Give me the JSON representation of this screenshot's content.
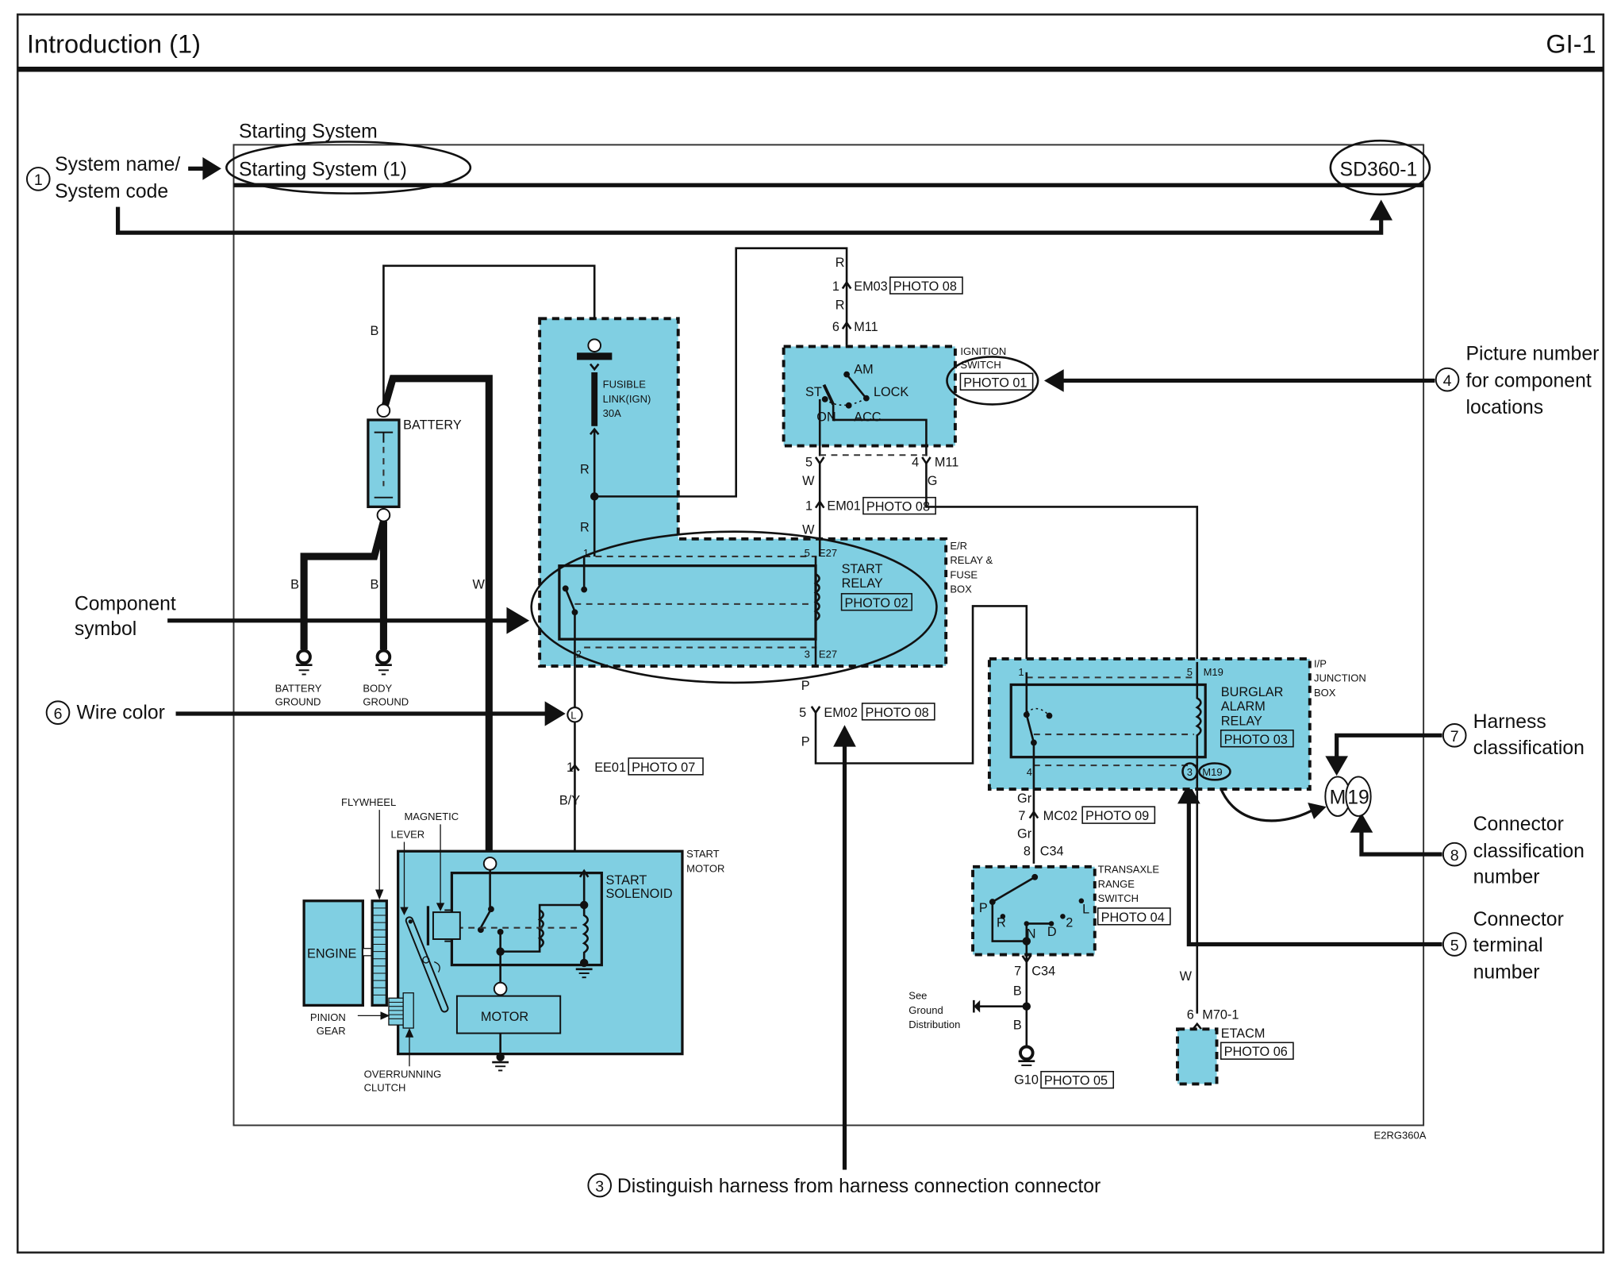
{
  "header": {
    "title": "Introduction (1)",
    "page_code": "GI-1"
  },
  "diagram": {
    "system_label": "Starting System",
    "system_title": "Starting System (1)",
    "system_code": "SD360-1",
    "figure_code": "E2RG360A",
    "accent_fill": "#80cfe2"
  },
  "callouts": [
    {
      "num": "1",
      "line1": "System name/",
      "line2": "System code"
    },
    {
      "num": "",
      "line1": "Component",
      "line2": "symbol"
    },
    {
      "num": "6",
      "line1": "Wire color"
    },
    {
      "num": "3",
      "line1": "Distinguish harness from harness connection connector"
    },
    {
      "num": "4",
      "line1": "Picture number",
      "line2": "for component",
      "line3": "locations"
    },
    {
      "num": "7",
      "line1": "Harness",
      "line2": "classification"
    },
    {
      "num": "8",
      "line1": "Connector",
      "line2": "classification",
      "line3": "number"
    },
    {
      "num": "5",
      "line1": "Connector",
      "line2": "terminal",
      "line3": "number"
    }
  ],
  "wire_colors": {
    "battery_top": "B",
    "ground_left": "B",
    "ground_right": "B",
    "starter_feed": "W",
    "fusible_r1": "R",
    "fusible_r2": "R",
    "ign_r1": "R",
    "ign_r2": "R",
    "ign_w": "W",
    "ign_w2": "W",
    "ign_g": "G",
    "relay_p1": "P",
    "relay_p2": "P",
    "solenoid": "B/Y",
    "l_marker": "L",
    "trans_gr1": "Gr",
    "trans_gr2": "Gr",
    "trans_b1": "B",
    "trans_b2": "B",
    "etacm_w": "W"
  },
  "components": {
    "battery": "BATTERY",
    "battery_ground": [
      "BATTERY",
      "GROUND"
    ],
    "body_ground": [
      "BODY",
      "GROUND"
    ],
    "fusible_link": [
      "FUSIBLE",
      "LINK(IGN)",
      "30A"
    ],
    "ignition_switch": [
      "IGNITION",
      "SWITCH"
    ],
    "ignition_positions": {
      "am": "AM",
      "lock": "LOCK",
      "st": "ST",
      "on": "ON",
      "acc": "ACC"
    },
    "er_box": [
      "E/R",
      "RELAY &",
      "FUSE",
      "BOX"
    ],
    "start_relay": [
      "START",
      "RELAY"
    ],
    "ip_junction": [
      "I/P",
      "JUNCTION",
      "BOX"
    ],
    "burglar_relay": [
      "BURGLAR",
      "ALARM",
      "RELAY"
    ],
    "transaxle": [
      "TRANSAXLE",
      "RANGE",
      "SWITCH"
    ],
    "transaxle_positions": {
      "p": "P",
      "r": "R",
      "n": "N",
      "d": "D",
      "two": "2",
      "l": "L"
    },
    "etacm": "ETACM",
    "start_motor": [
      "START",
      "MOTOR"
    ],
    "start_solenoid": [
      "START",
      "SOLENOID"
    ],
    "motor": "MOTOR",
    "engine": "ENGINE",
    "flywheel": "FLYWHEEL",
    "magnetic": "MAGNETIC",
    "lever": "LEVER",
    "pinion_gear": [
      "PINION",
      "GEAR"
    ],
    "overrunning_clutch": [
      "OVERRUNNING",
      "CLUTCH"
    ],
    "ground_dist": [
      "See",
      "Ground",
      "Distribution"
    ],
    "g10": "G10"
  },
  "connectors": {
    "em03": {
      "pin": "1",
      "name": "EM03",
      "photo": "PHOTO 08"
    },
    "m11_top": {
      "pin": "6",
      "name": "M11"
    },
    "ign_photo": "PHOTO 01",
    "m11_bl": {
      "pin": "5"
    },
    "m11_br": {
      "pin": "4",
      "name": "M11"
    },
    "em01": {
      "pin": "1",
      "name": "EM01",
      "photo": "PHOTO 08"
    },
    "e27_top": {
      "pin_left": "1",
      "pin": "5",
      "name": "E27"
    },
    "relay_photo": "PHOTO 02",
    "e27_bot": {
      "pin_left": "2",
      "pin": "3",
      "name": "E27"
    },
    "em02": {
      "pin": "5",
      "name": "EM02",
      "photo": "PHOTO 08"
    },
    "ee01": {
      "pin": "1",
      "name": "EE01",
      "photo": "PHOTO 07"
    },
    "m19_top": {
      "pin_left": "1",
      "pin": "5",
      "name": "M19"
    },
    "burglar_photo": "PHOTO 03",
    "m19_bot": {
      "pin_left": "4",
      "pin": "3",
      "name": "M19"
    },
    "mc02": {
      "pin": "7",
      "name": "MC02",
      "photo": "PHOTO 09"
    },
    "c34_top": {
      "pin": "8",
      "name": "C34"
    },
    "trans_photo": "PHOTO 04",
    "c34_bot": {
      "pin": "7",
      "name": "C34"
    },
    "g10_photo": "PHOTO 05",
    "m70": {
      "pin": "6",
      "name": "M70-1"
    },
    "etacm_photo": "PHOTO 06",
    "legend_m": "M",
    "legend_19": "19"
  }
}
